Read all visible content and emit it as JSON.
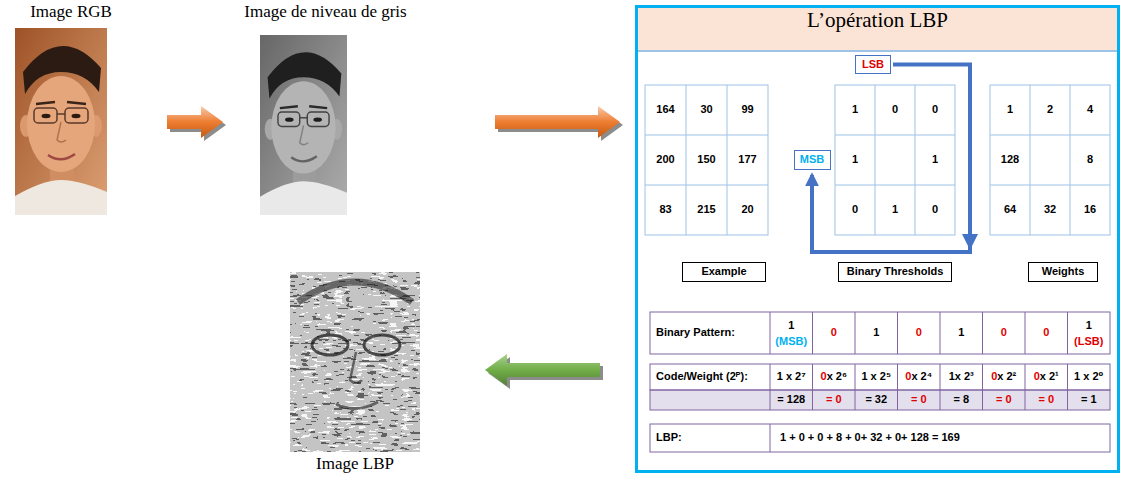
{
  "diagram": {
    "nodes": [
      {
        "text": [
          "Image RGB"
        ]
      },
      {
        "text": [
          "Image de niveau de gris"
        ]
      },
      {
        "text": [
          "L’opération LBP"
        ]
      },
      {
        "text": [
          "LSB"
        ],
        "in": 2
      },
      {
        "text": [
          "MSB"
        ],
        "in": 2
      },
      {
        "text": [
          "Example"
        ],
        "in": 2
      },
      {
        "text": [
          "Binary Thresholds"
        ],
        "in": 2
      },
      {
        "text": [
          "Weights"
        ],
        "in": 2
      },
      {
        "text": [
          "Image LBP"
        ]
      }
    ],
    "edges": [
      {
        "from": 0,
        "to": 1,
        "arrow": "to"
      },
      {
        "from": 1,
        "to": 2,
        "arrow": "to"
      },
      {
        "from": 3,
        "to": 4,
        "arrow": "to"
      },
      {
        "from": 2,
        "to": 8,
        "arrow": "to"
      }
    ],
    "labels": [
      "164",
      "30",
      "99",
      "200",
      "150",
      "177",
      "83",
      "215",
      "20",
      "1",
      "0",
      "0",
      "1",
      "1",
      "0",
      "1",
      "0",
      "1",
      "2",
      "4",
      "128",
      "8",
      "64",
      "32",
      "16",
      "Binary Pattern:",
      "1",
      "(MSB)",
      "0",
      "1",
      "0",
      "1",
      "0",
      "0",
      "1",
      "(LSB)",
      "Code/Weight (2ᴾ):",
      "1 x 2⁷",
      "0x 2⁶",
      "1 x 2⁵",
      "0x 2⁴",
      "1x 2³",
      "0x 2²",
      "0x 2¹",
      "1 x 2⁰",
      "= 128",
      "= 0",
      "= 32",
      "= 0",
      "= 8",
      "= 0",
      "= 0",
      "= 1",
      "LBP:",
      "1 + 0 + 0 + 8 + 0+ 32 + 0+ 128 = 169"
    ]
  }
}
